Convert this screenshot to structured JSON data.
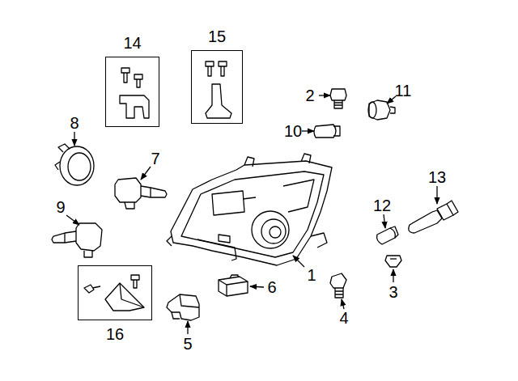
{
  "diagram": {
    "nodes": [
      {
        "text": [
          "14"
        ]
      },
      {
        "text": [
          "15"
        ]
      },
      {
        "text": [
          "16"
        ]
      }
    ],
    "labels": [
      "2",
      "11",
      "8",
      "10",
      "7",
      "13",
      "12",
      "9",
      "1",
      "6",
      "3",
      "4",
      "5"
    ]
  }
}
